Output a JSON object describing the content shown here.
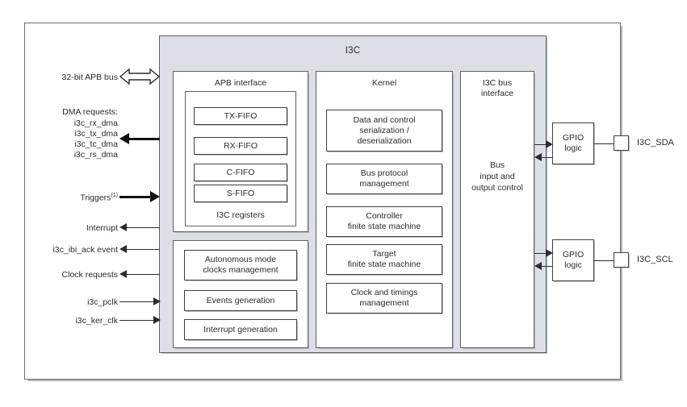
{
  "diagram": {
    "title": "I3C",
    "left_signals": [
      {
        "id": "apb-bus",
        "label": "32-bit APB bus",
        "direction": "bidirectional"
      },
      {
        "id": "dma-requests",
        "label": "DMA requests:",
        "direction": "out",
        "sublabels": [
          "i3c_rx_dma",
          "i3c_tx_dma",
          "i3c_tc_dma",
          "i3c_rs_dma"
        ]
      },
      {
        "id": "triggers",
        "label": "Triggers",
        "footnote": "(1)",
        "direction": "in"
      },
      {
        "id": "interrupt",
        "label": "Interrupt",
        "direction": "out"
      },
      {
        "id": "ibi-ack-event",
        "label": "i3c_ibi_ack event",
        "direction": "out"
      },
      {
        "id": "clock-requests",
        "label": "Clock requests",
        "direction": "out"
      },
      {
        "id": "pclk",
        "label": "i3c_pclk",
        "direction": "in"
      },
      {
        "id": "ker-clk",
        "label": "i3c_ker_clk",
        "direction": "in"
      }
    ],
    "columns": [
      {
        "id": "apb-interface",
        "title": "APB interface",
        "registers_caption": "I3C registers",
        "fifos": [
          "TX-FIFO",
          "RX-FIFO",
          "C-FIFO",
          "S-FIFO"
        ]
      },
      {
        "id": "autonomous",
        "title": "",
        "blocks": [
          "Autonomous mode\nclocks management",
          "Events generation",
          "Interrupt generation"
        ],
        "blocks_lines": [
          [
            "Autonomous mode",
            "clocks management"
          ],
          [
            "Events generation"
          ],
          [
            "Interrupt generation"
          ]
        ]
      },
      {
        "id": "kernel",
        "title": "Kernel",
        "blocks_lines": [
          [
            "Data and control",
            "serialization /",
            "deserialization"
          ],
          [
            "Bus protocol",
            "management"
          ],
          [
            "Controller",
            "finite state machine"
          ],
          [
            "Target",
            "finite state machine"
          ],
          [
            "Clock and timings",
            "management"
          ]
        ]
      },
      {
        "id": "i3c-bus-interface",
        "title_lines": [
          "I3C bus",
          "interface"
        ],
        "body_lines": [
          "Bus",
          "input and",
          "output control"
        ]
      }
    ],
    "gpio_blocks": [
      {
        "id": "gpio-sda",
        "lines": [
          "GPIO",
          "logic"
        ]
      },
      {
        "id": "gpio-scl",
        "lines": [
          "GPIO",
          "logic"
        ]
      }
    ],
    "pins": [
      {
        "id": "pin-sda",
        "label": "I3C_SDA"
      },
      {
        "id": "pin-scl",
        "label": "I3C_SCL"
      }
    ],
    "colors": {
      "panel_fill": "#dcdfe5",
      "box_fill": "#ffffff",
      "border": "#5d5f63",
      "line": "#2b2b30",
      "text": "#2b2b30"
    }
  }
}
